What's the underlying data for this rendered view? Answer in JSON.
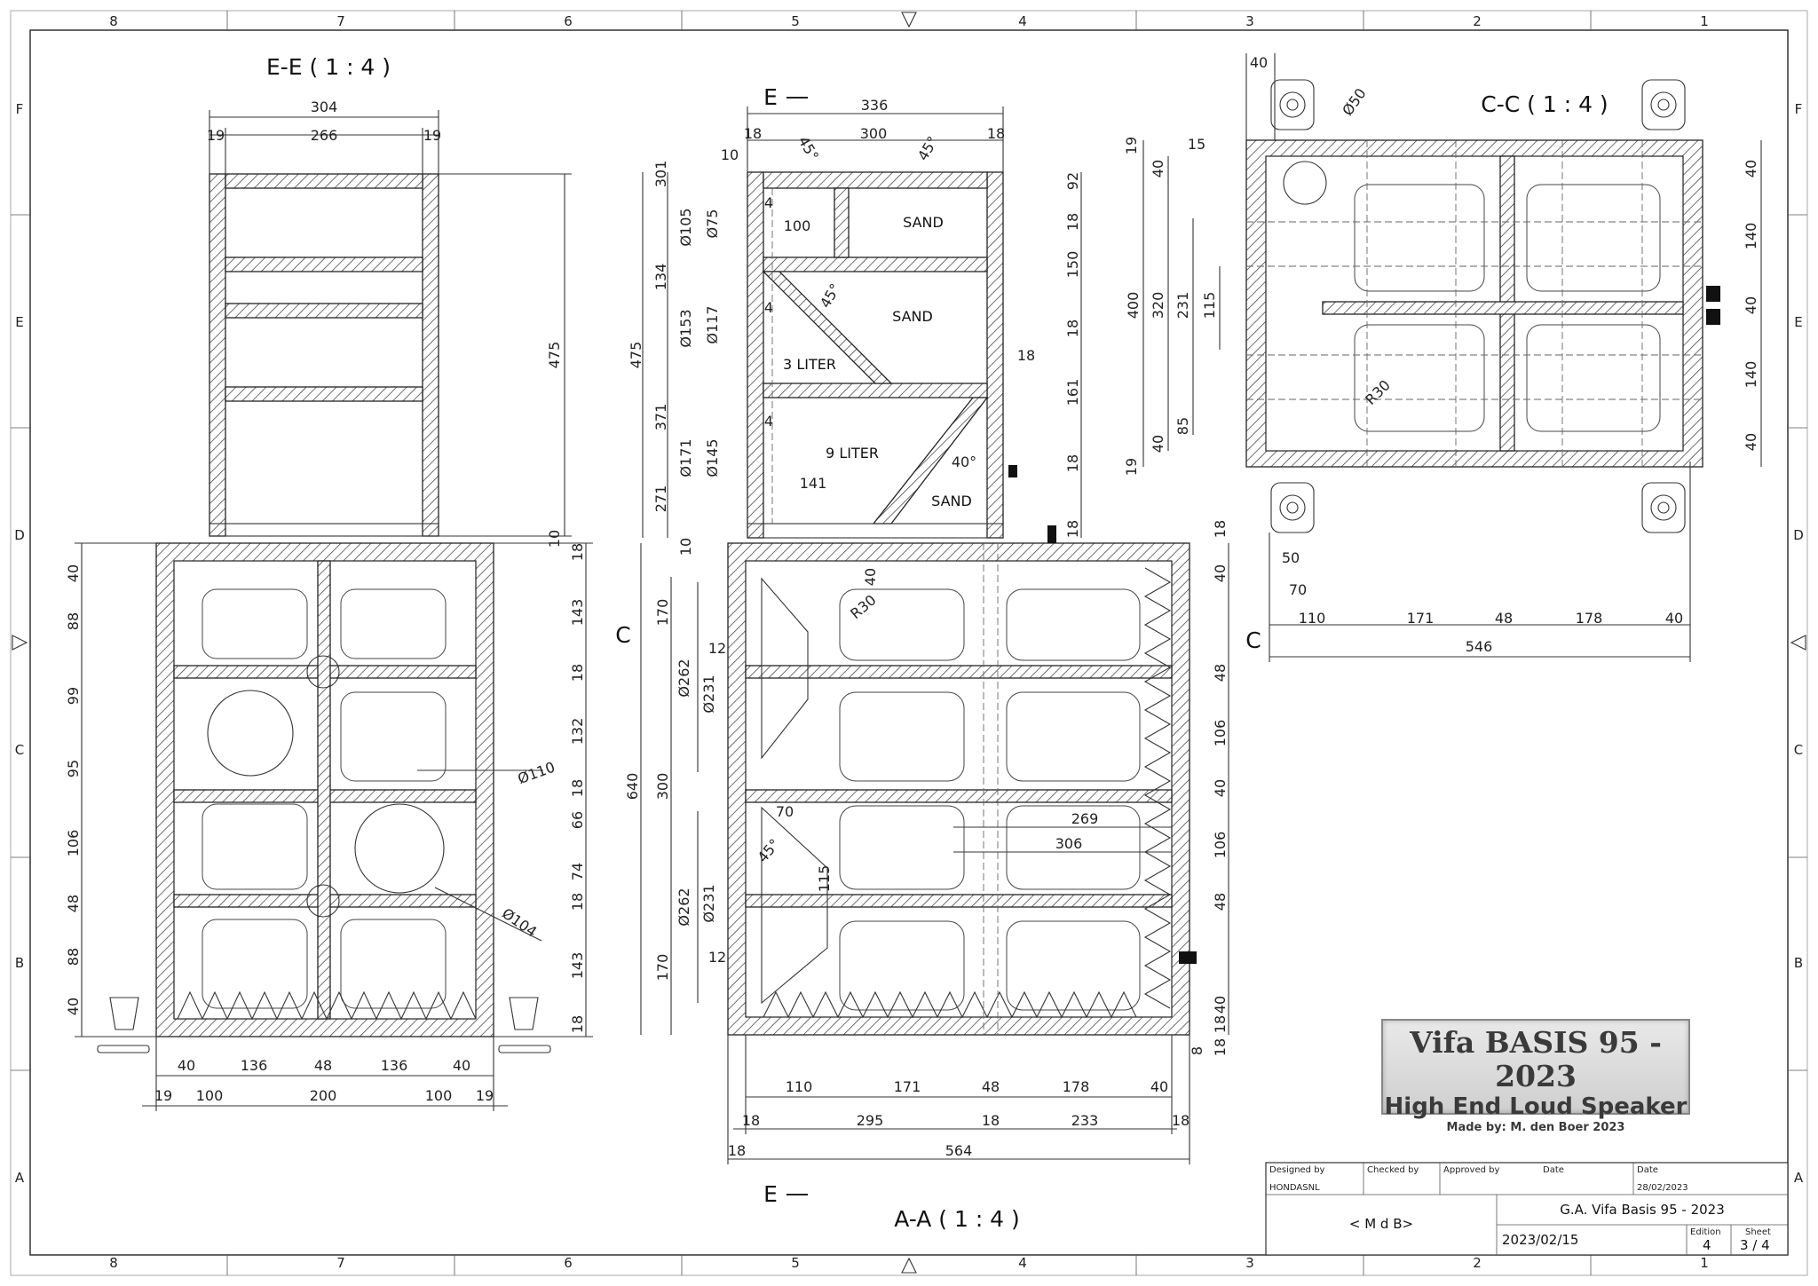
{
  "zones": {
    "columns": [
      "8",
      "7",
      "6",
      "5",
      "4",
      "3",
      "2",
      "1"
    ],
    "rows": [
      "F",
      "E",
      "D",
      "C",
      "B",
      "A"
    ]
  },
  "views": {
    "ee_title": "E-E ( 1 : 4 )",
    "cc_title": "C-C ( 1 : 4 )",
    "aa_title": "A-A ( 1 : 4 )",
    "section_e": "E",
    "section_c": "C"
  },
  "labels": {
    "sand": "SAND",
    "liter3": "3 LITER",
    "liter9": "9 LITER"
  },
  "dimensions": {
    "ee": [
      "304",
      "19",
      "266",
      "19",
      "475",
      "10"
    ],
    "side": [
      "336",
      "18",
      "300",
      "18",
      "10",
      "45°",
      "45°",
      "301",
      "475",
      "134",
      "371",
      "271",
      "Ø105",
      "Ø75",
      "Ø153",
      "Ø117",
      "Ø171",
      "Ø145",
      "4",
      "4",
      "4",
      "100",
      "45°",
      "141",
      "40°",
      "18",
      "92",
      "18",
      "150",
      "18",
      "161",
      "18",
      "18"
    ],
    "cc": [
      "40",
      "Ø50",
      "19",
      "15",
      "40",
      "400",
      "320",
      "231",
      "115",
      "85",
      "40",
      "19",
      "40",
      "140",
      "40",
      "140",
      "40",
      "R30",
      "50",
      "70",
      "110",
      "171",
      "48",
      "178",
      "40",
      "546"
    ],
    "front_left": [
      "40",
      "88",
      "99",
      "95",
      "106",
      "48",
      "88",
      "40",
      "Ø110",
      "Ø104",
      "40",
      "136",
      "48",
      "136",
      "40",
      "19",
      "100",
      "200",
      "100",
      "19"
    ],
    "front_mid": [
      "18",
      "143",
      "18",
      "132",
      "18",
      "66",
      "74",
      "18",
      "143",
      "18"
    ],
    "aa": [
      "10",
      "640",
      "170",
      "300",
      "170",
      "12",
      "12",
      "Ø262",
      "Ø231",
      "Ø262",
      "Ø231",
      "40",
      "R30",
      "70",
      "45°",
      "115",
      "269",
      "306",
      "18",
      "40",
      "48",
      "106",
      "40",
      "106",
      "48",
      "40",
      "18",
      "8",
      "18",
      "110",
      "171",
      "48",
      "178",
      "40",
      "18",
      "295",
      "18",
      "233",
      "18",
      "564",
      "18"
    ]
  },
  "plaque": {
    "line1": "Vifa BASIS 95 - 2023",
    "line2": "High End Loud Speaker",
    "line3": "Made by: M. den Boer 2023"
  },
  "title_block": {
    "designed_by_label": "Designed by",
    "checked_by_label": "Checked by",
    "approved_by_label": "Approved by",
    "date_label": "Date",
    "date2_label": "Date",
    "designer": "HONDASNL",
    "date_value": "28/02/2023",
    "author": "< M d B>",
    "drawing_title": "G.A. Vifa Basis 95 - 2023",
    "drawing_date": "2023/02/15",
    "edition_label": "Edition",
    "edition": "4",
    "sheet_label": "Sheet",
    "sheet": "3 / 4"
  }
}
